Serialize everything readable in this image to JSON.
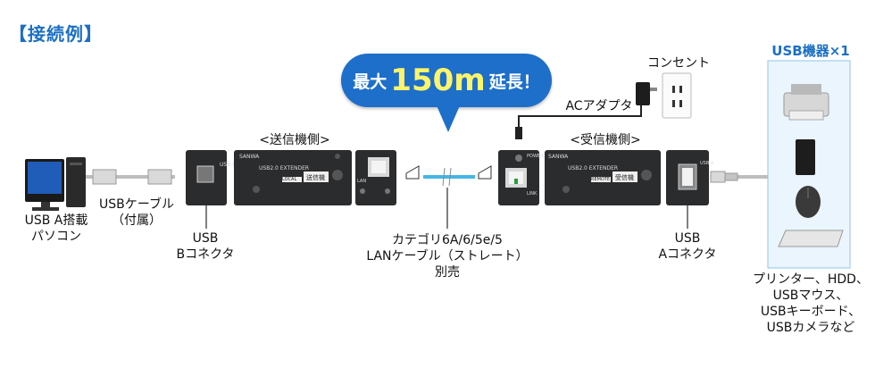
{
  "title": "【接続例】",
  "callout": {
    "prefix": "最大",
    "number": "150m",
    "suffix": "延長！"
  },
  "labels": {
    "pc": [
      "USB A搭載",
      "パソコン"
    ],
    "usb_cable": [
      "USBケーブル",
      "（付属）"
    ],
    "sender_side": "<送信機側>",
    "receiver_side": "<受信機側>",
    "usb_b": [
      "USB",
      "Bコネクタ"
    ],
    "usb_a": [
      "USB",
      "Aコネクタ"
    ],
    "lan_cable": [
      "カテゴリ6A/6/5e/5",
      "LANケーブル（ストレート）",
      "別売"
    ],
    "outlet": "コンセント",
    "ac_adapter": "ACアダプタ",
    "usb_devices_title": "USB機器×1",
    "usb_devices_desc": [
      "プリンター、HDD、",
      "USBマウス、",
      "USBキーボード、",
      "USBカメラなど"
    ]
  },
  "device_text": {
    "brand": "SANWA",
    "model": "USB2.0 EXTENDER",
    "sender_mode": "LOCAL",
    "sender_tag": "送信機",
    "receiver_mode": "REMOTE",
    "receiver_tag": "受信機",
    "port_b": "USB B",
    "port_a": "USB A",
    "lan": "LAN",
    "power": "POWER",
    "link": "LINK"
  },
  "colors": {
    "accent": "#1b6fc4",
    "callout_bg": "#1d6fc9",
    "callout_number": "#fff36a",
    "device": "#2b2c2e",
    "lan_cable": "#45b6e6"
  },
  "icons": [
    "desktop-pc-icon",
    "usb-plug-icon",
    "rj45-plug-icon",
    "ac-adapter-icon",
    "outlet-icon",
    "printer-icon",
    "hdd-icon",
    "mouse-icon",
    "keyboard-icon"
  ]
}
